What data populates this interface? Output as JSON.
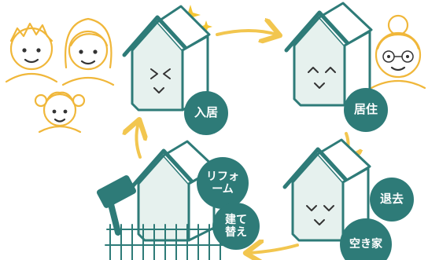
{
  "badges": {
    "move_in": "入居",
    "living": "居住",
    "renovation": "リフォ\nーム",
    "rebuild": "建て\n替え",
    "move_out": "退去",
    "vacant_house": "空き家"
  },
  "colors": {
    "teal": "#2e7b78",
    "mint": "#e6f1ee",
    "arrow": "#f2c64f",
    "family": "#f0b73a",
    "sparkle": "#f5c634"
  }
}
